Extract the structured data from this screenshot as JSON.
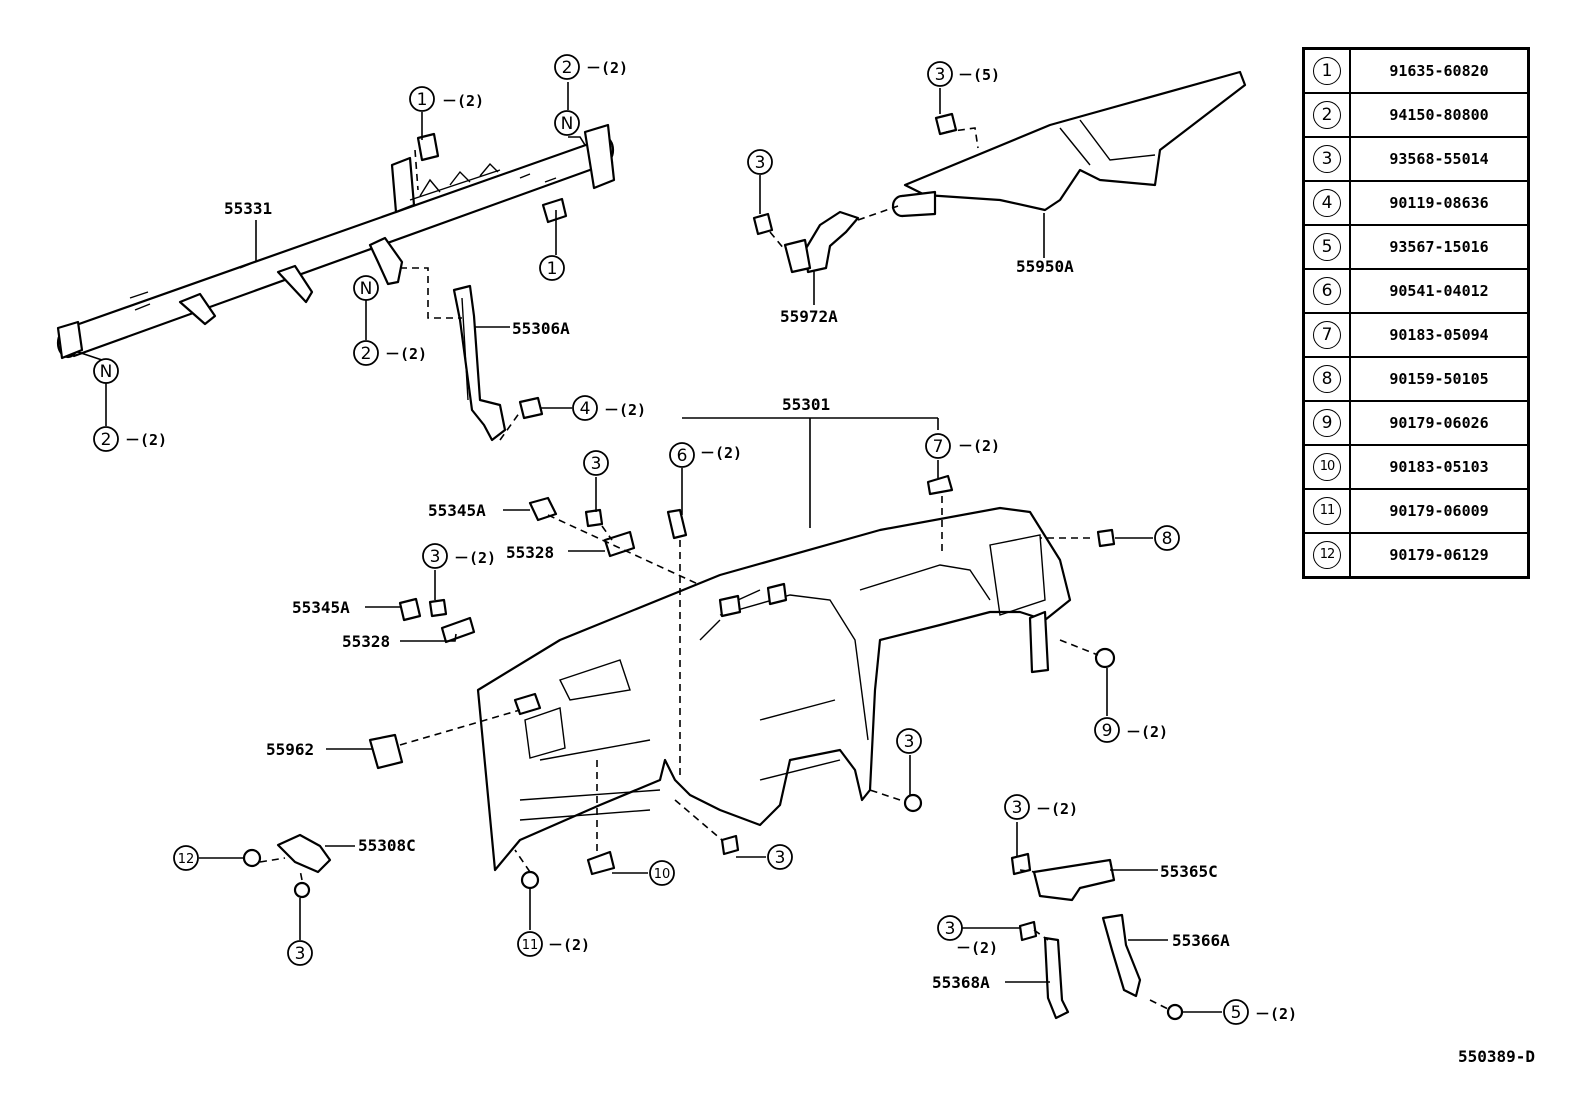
{
  "legend": [
    {
      "ref": "1",
      "part": "91635-60820"
    },
    {
      "ref": "2",
      "part": "94150-80800"
    },
    {
      "ref": "3",
      "part": "93568-55014"
    },
    {
      "ref": "4",
      "part": "90119-08636"
    },
    {
      "ref": "5",
      "part": "93567-15016"
    },
    {
      "ref": "6",
      "part": "90541-04012"
    },
    {
      "ref": "7",
      "part": "90183-05094"
    },
    {
      "ref": "8",
      "part": "90159-50105"
    },
    {
      "ref": "9",
      "part": "90179-06026"
    },
    {
      "ref": "10",
      "part": "90183-05103"
    },
    {
      "ref": "11",
      "part": "90179-06009"
    },
    {
      "ref": "12",
      "part": "90179-06129"
    }
  ],
  "part_labels": {
    "p55331": "55331",
    "p55306A": "55306A",
    "p55950A": "55950A",
    "p55972A": "55972A",
    "p55301": "55301",
    "p55345A_1": "55345A",
    "p55328_1": "55328",
    "p55345A_2": "55345A",
    "p55328_2": "55328",
    "p55962": "55962",
    "p55308C": "55308C",
    "p55365C": "55365C",
    "p55366A": "55366A",
    "p55368A": "55368A"
  },
  "callouts": {
    "c2_top": {
      "ref": "2",
      "qty": "－(2)"
    },
    "c1_top": {
      "ref": "1",
      "qty": "－(2)"
    },
    "n_top": {
      "ref": "N"
    },
    "c1_mid": {
      "ref": "1"
    },
    "n_mid": {
      "ref": "N"
    },
    "c2_mid": {
      "ref": "2",
      "qty": "－(2)"
    },
    "n_left": {
      "ref": "N"
    },
    "c2_left": {
      "ref": "2",
      "qty": "－(2)"
    },
    "c4": {
      "ref": "4",
      "qty": "－(2)"
    },
    "c3_duct_top": {
      "ref": "3",
      "qty": "－(5)"
    },
    "c3_duct": {
      "ref": "3"
    },
    "c6": {
      "ref": "6",
      "qty": "－(2)"
    },
    "c7": {
      "ref": "7",
      "qty": "－(2)"
    },
    "c8": {
      "ref": "8"
    },
    "c3_a": {
      "ref": "3"
    },
    "c3_b": {
      "ref": "3",
      "qty": "－(2)"
    },
    "c9": {
      "ref": "9",
      "qty": "－(2)"
    },
    "c3_c": {
      "ref": "3"
    },
    "c3_d": {
      "ref": "3"
    },
    "c10": {
      "ref": "10"
    },
    "c11": {
      "ref": "11",
      "qty": "－(2)"
    },
    "c12": {
      "ref": "12"
    },
    "c3_e": {
      "ref": "3"
    },
    "c3_f": {
      "ref": "3",
      "qty": "－(2)"
    },
    "c3_g": {
      "ref": "3",
      "qty": "－(2)"
    },
    "c5": {
      "ref": "5",
      "qty": "－(2)"
    }
  },
  "diagram_code": "550389-D"
}
